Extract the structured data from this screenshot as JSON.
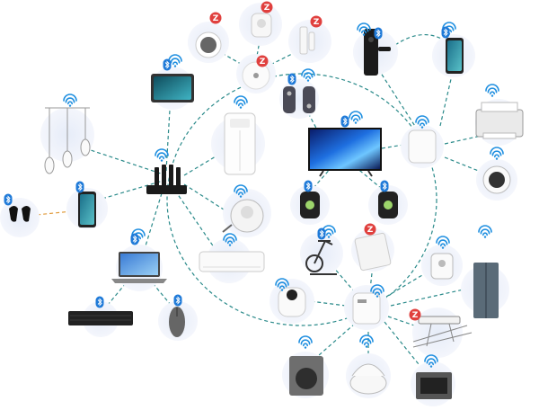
{
  "colors": {
    "wifi": "#1f8fe0",
    "bluetooth": "#1f7ad8",
    "zigbee": "#e0403e",
    "link": "#2a8a8a",
    "halo": "#eef2fb"
  },
  "badges": {
    "zigbee_letter": "Z"
  },
  "diagram": {
    "device_types": [
      "wifi-router",
      "hub",
      "ceiling-hub",
      "tv-hub",
      "pendant-lights",
      "bluetooth-earbuds",
      "phone",
      "tablet",
      "laptop",
      "keyboard",
      "mouse",
      "air-purifier",
      "robot-vacuum",
      "air-conditioner",
      "security-camera",
      "smart-tv",
      "game-controllers",
      "smart-door-lock",
      "printer",
      "smart-speaker",
      "thermometer-sensor",
      "motion-sensor",
      "door-sensor",
      "exercise-bike",
      "smart-switch-panel",
      "smart-plug",
      "refrigerator",
      "drying-rack",
      "washing-machine",
      "rice-cooker",
      "oven"
    ]
  }
}
